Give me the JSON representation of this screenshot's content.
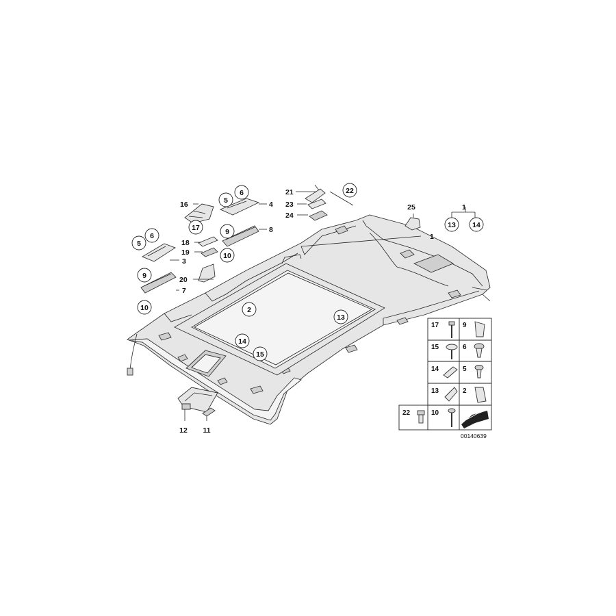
{
  "diagram": {
    "doc_number": "00140639",
    "callouts": {
      "p1_top": "1",
      "p1_sub_a": "13",
      "p1_sub_b": "14",
      "p1_main": "1",
      "p2": "2",
      "p3": "3",
      "p4": "4",
      "p5_a": "5",
      "p6_a": "6",
      "p5_b": "5",
      "p6_b": "6",
      "p7": "7",
      "p8": "8",
      "p9_a": "9",
      "p10_a": "10",
      "p9_b": "9",
      "p10_b": "10",
      "p11": "11",
      "p12": "12",
      "p13": "13",
      "p14": "14",
      "p15": "15",
      "p16": "16",
      "p17": "17",
      "p18": "18",
      "p19": "19",
      "p20": "20",
      "p21": "21",
      "p22": "22",
      "p23": "23",
      "p24": "24",
      "p25": "25"
    },
    "legend_cells": [
      {
        "num": "17",
        "icon": "screw-icon"
      },
      {
        "num": "9",
        "icon": "clip-icon"
      },
      {
        "num": "15",
        "icon": "washer-screw-icon"
      },
      {
        "num": "6",
        "icon": "expanding-rivet-icon"
      },
      {
        "num": "14",
        "icon": "clip-strip-icon"
      },
      {
        "num": "5",
        "icon": "push-rivet-icon"
      },
      {
        "num": "13",
        "icon": "spring-clip-icon"
      },
      {
        "num": "2",
        "icon": "nut-clip-icon"
      },
      {
        "num": "22",
        "icon": "grommet-icon"
      },
      {
        "num": "10",
        "icon": "self-tapping-screw-icon"
      },
      {
        "num": "",
        "icon": "felt-pad-arrow-icon"
      }
    ]
  }
}
